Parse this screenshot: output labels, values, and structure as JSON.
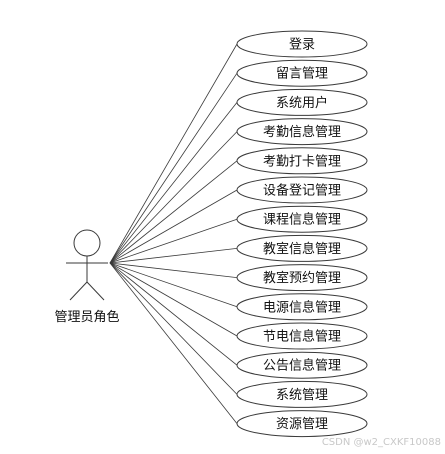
{
  "actor": {
    "label": "管理员角色"
  },
  "use_cases": [
    {
      "label": "登录"
    },
    {
      "label": "留言管理"
    },
    {
      "label": "系统用户"
    },
    {
      "label": "考勤信息管理"
    },
    {
      "label": "考勤打卡管理"
    },
    {
      "label": "设备登记管理"
    },
    {
      "label": "课程信息管理"
    },
    {
      "label": "教室信息管理"
    },
    {
      "label": "教室预约管理"
    },
    {
      "label": "电源信息管理"
    },
    {
      "label": "节电信息管理"
    },
    {
      "label": "公告信息管理"
    },
    {
      "label": "系统管理"
    },
    {
      "label": "资源管理"
    }
  ],
  "watermark": "CSDN @w2_CXKF10088",
  "colors": {
    "line": "#3a3a3a",
    "ellipse_fill": "#ffffff",
    "text": "#111111"
  }
}
